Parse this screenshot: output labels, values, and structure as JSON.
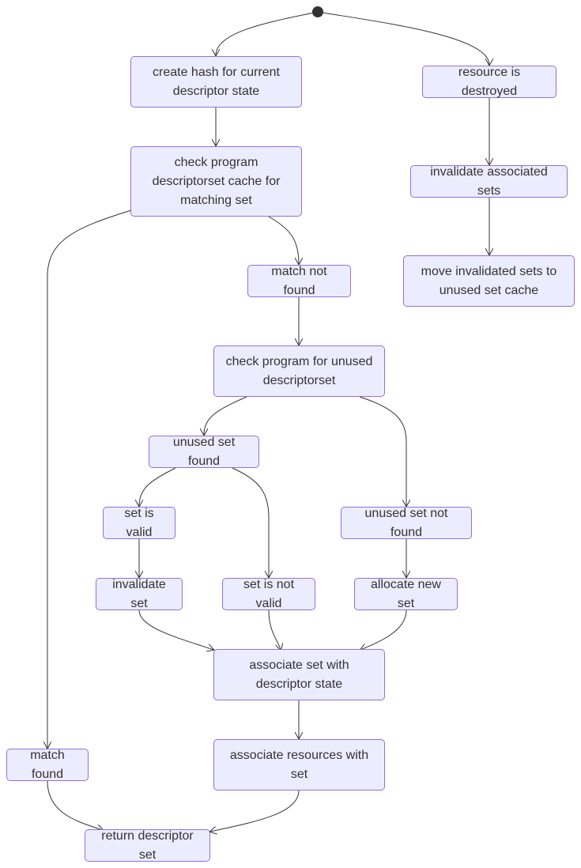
{
  "nodes": {
    "create_hash": "create hash for current descriptor state",
    "check_cache": "check program descriptorset cache for matching set",
    "match_not_found": "match not found",
    "check_unused": "check program for unused descriptorset",
    "unused_found": "unused set found",
    "set_valid": "set is valid",
    "invalidate_set": "invalidate set",
    "set_not_valid": "set is not valid",
    "unused_not_found": "unused set not found",
    "allocate_new": "allocate new set",
    "associate_set": "associate set with descriptor state",
    "associate_resources": "associate resources with set",
    "match_found": "match found",
    "return_set": "return descriptor set",
    "resource_destroyed": "resource is destroyed",
    "invalidate_associated": "invalidate associated sets",
    "move_invalidated": "move invalidated sets to unused set cache"
  },
  "colors": {
    "node_fill": "#ECECFF",
    "node_border": "#9370DB",
    "edge": "#333333",
    "text": "#333333"
  }
}
